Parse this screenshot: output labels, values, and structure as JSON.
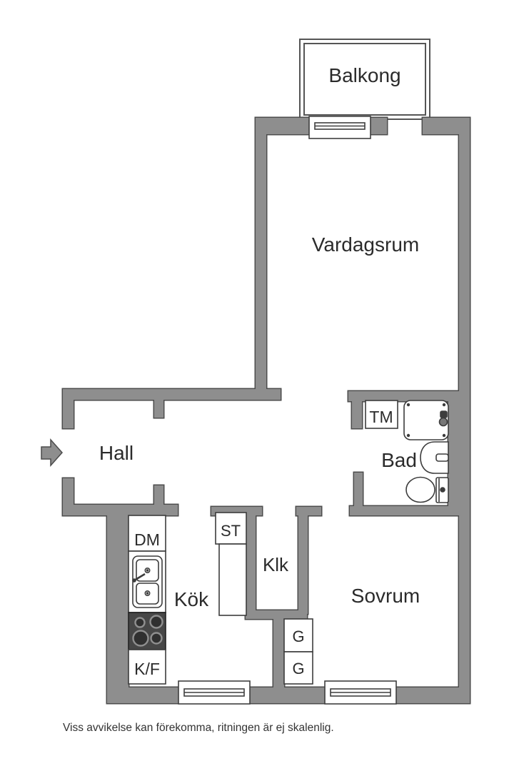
{
  "colors": {
    "wall": "#8e8e8e",
    "wall_outline": "#4c4c4c",
    "fixture_stroke": "#3c3c3c",
    "label": "#2b2b2b",
    "stove_fill": "#474747",
    "burner_fill": "#303030",
    "burner_ring": "#8f8f8f"
  },
  "labels": {
    "balcony": "Balkong",
    "living_room": "Vardagsrum",
    "hall": "Hall",
    "bathroom": "Bad",
    "kitchen": "Kök",
    "bedroom": "Sovrum",
    "walk_in_closet": "Klk",
    "washing_machine": "TM",
    "dishwasher": "DM",
    "fridge_freezer": "K/F",
    "cleaning_closet": "ST",
    "wardrobe_upper": "G",
    "wardrobe_lower": "G"
  },
  "footer": {
    "disclaimer": "Viss avvikelse kan förekomma, ritningen är ej skalenlig."
  }
}
